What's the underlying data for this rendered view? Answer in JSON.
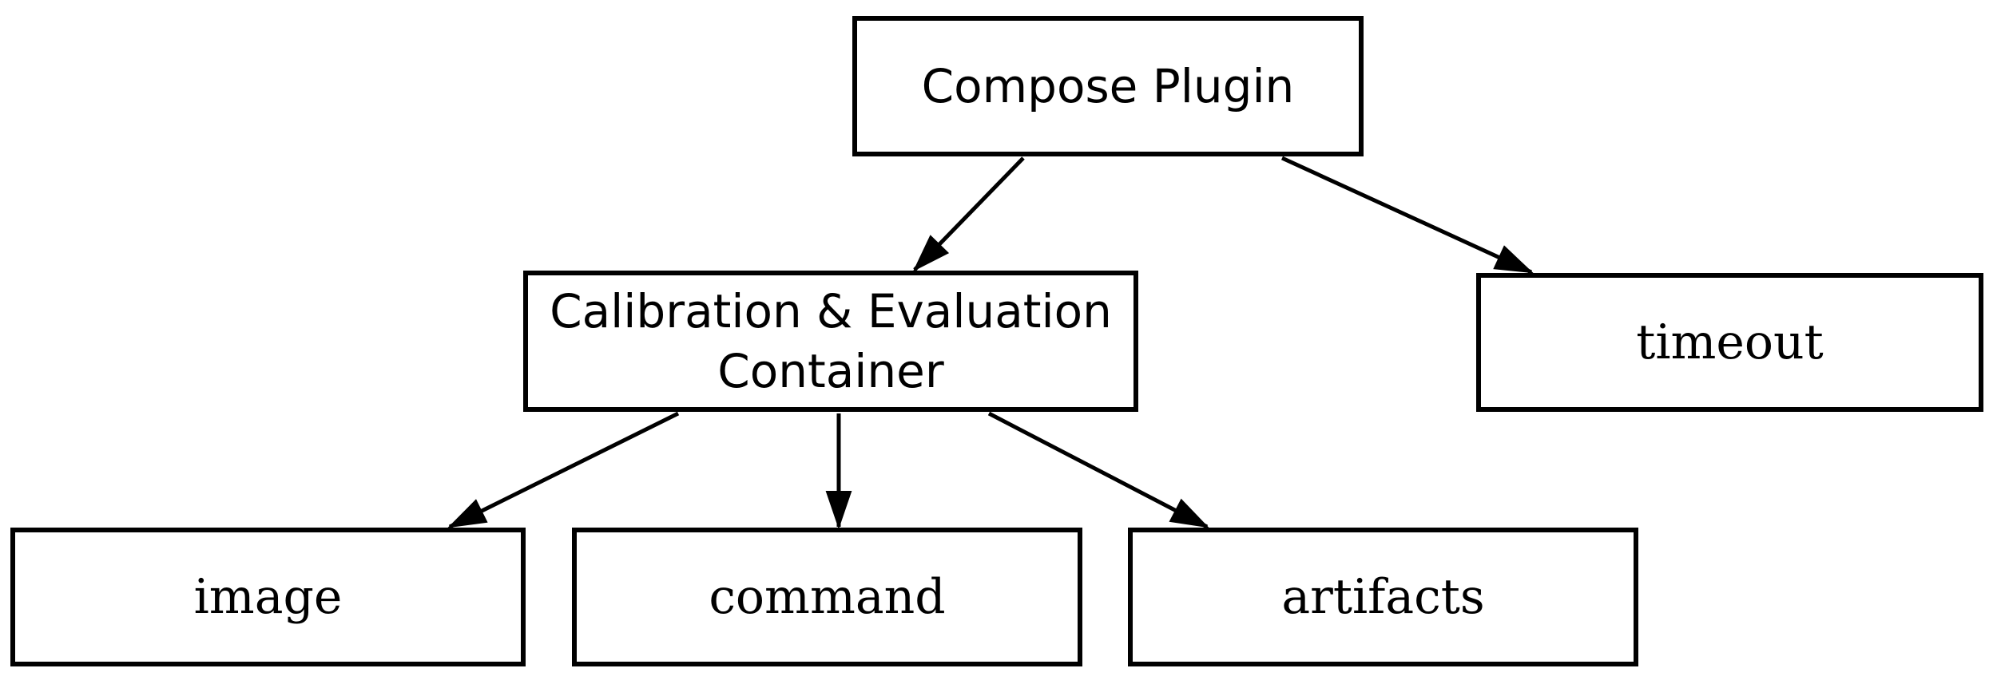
{
  "diagram": {
    "type": "tree",
    "background_color": "#ffffff",
    "stroke_color": "#000000",
    "nodes": [
      {
        "id": "compose-plugin",
        "label": "Compose Plugin"
      },
      {
        "id": "calibration-evaluation-container",
        "label": "Calibration & Evaluation Container",
        "lines": [
          "Calibration & Evaluation",
          "Container"
        ]
      },
      {
        "id": "timeout",
        "label": "timeout"
      },
      {
        "id": "image",
        "label": "image"
      },
      {
        "id": "command",
        "label": "command"
      },
      {
        "id": "artifacts",
        "label": "artifacts"
      }
    ],
    "edges": [
      {
        "from": "compose-plugin",
        "to": "calibration-evaluation-container"
      },
      {
        "from": "compose-plugin",
        "to": "timeout"
      },
      {
        "from": "calibration-evaluation-container",
        "to": "image"
      },
      {
        "from": "calibration-evaluation-container",
        "to": "command"
      },
      {
        "from": "calibration-evaluation-container",
        "to": "artifacts"
      }
    ]
  }
}
